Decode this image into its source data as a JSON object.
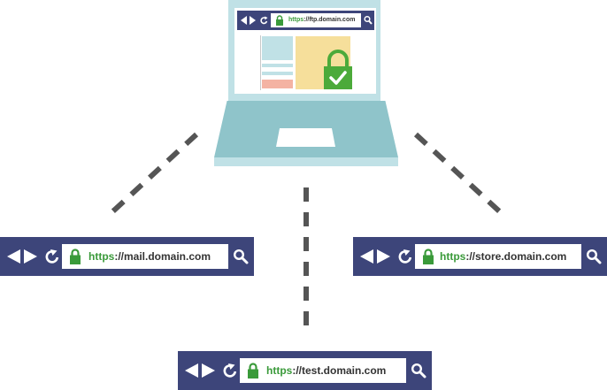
{
  "laptop": {
    "url_https": "https",
    "url_rest": "://ftp.domain.com"
  },
  "bars": {
    "mail": {
      "url_https": "https",
      "url_rest": "://mail.domain.com"
    },
    "store": {
      "url_https": "https",
      "url_rest": "://store.domain.com"
    },
    "test": {
      "url_https": "https",
      "url_rest": "://test.domain.com"
    }
  },
  "colors": {
    "bar": "#3d457a",
    "https_green": "#3a9a3a",
    "laptop_body": "#8fc4ca",
    "laptop_light": "#c0e1e6",
    "lock_green": "#4caa3a",
    "dash": "#555555"
  },
  "icons": [
    "back-arrow-icon",
    "forward-arrow-icon",
    "reload-icon",
    "lock-icon",
    "search-icon",
    "padlock-check-icon"
  ]
}
